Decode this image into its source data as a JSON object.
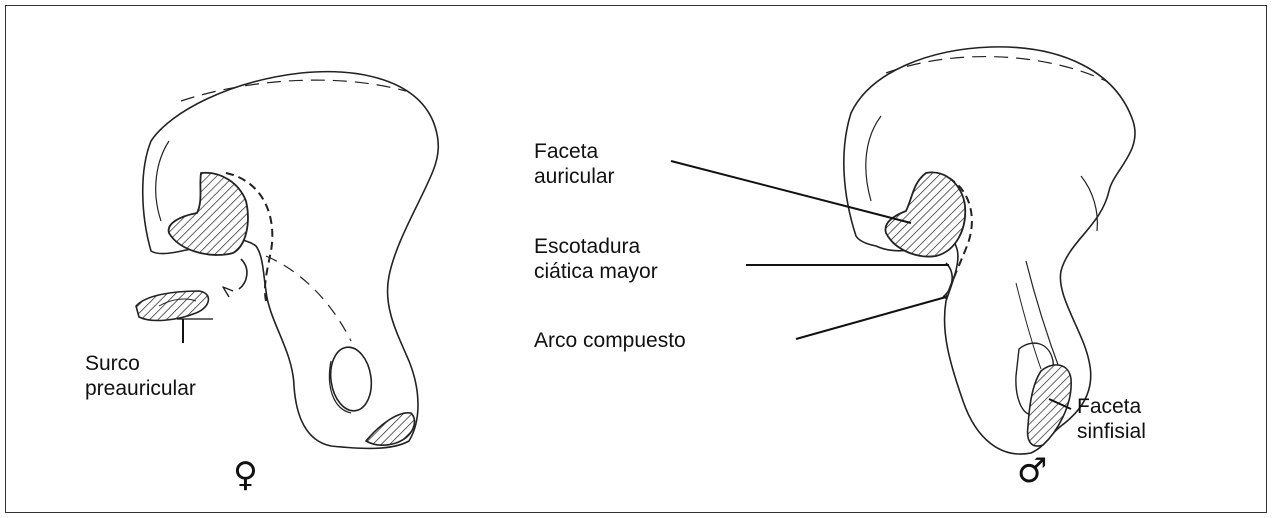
{
  "labels": {
    "surco_line1": "Surco",
    "surco_line2": "preauricular",
    "faceta_auricular_line1": "Faceta",
    "faceta_auricular_line2": "auricular",
    "escotadura_line1": "Escotadura",
    "escotadura_line2": "ciática mayor",
    "arco": "Arco compuesto",
    "faceta_sinfisial_line1": "Faceta",
    "faceta_sinfisial_line2": "sinfisial"
  },
  "symbols": {
    "female": "♀",
    "male": "♂"
  },
  "colors": {
    "ink": "#222222",
    "border": "#333333",
    "background": "#ffffff"
  }
}
